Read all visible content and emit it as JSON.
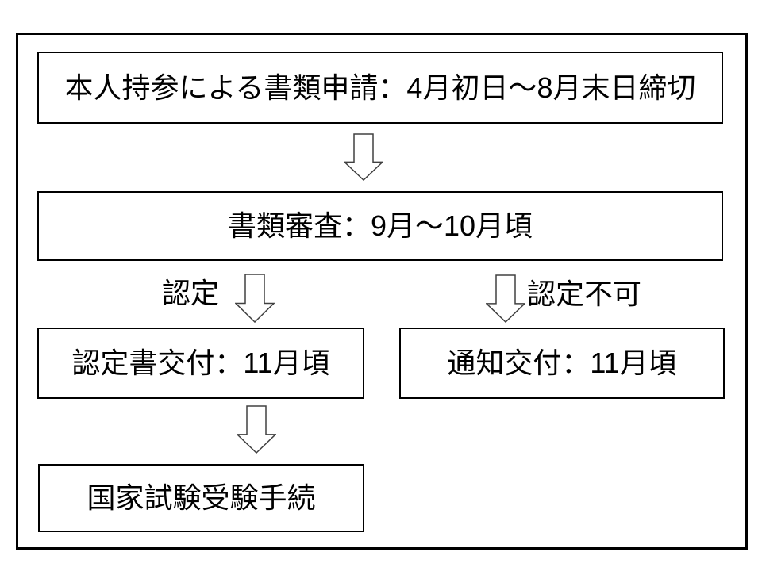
{
  "slide": {
    "background_color": "#ffffff",
    "frame_border_color": "#000000"
  },
  "flowchart": {
    "boxes": {
      "application": "本人持参による書類申請：4月初日～8月末日締切",
      "screening": "書類審査：9月～10月頃",
      "certificate": "認定書交付：11月頃",
      "notice": "通知交付：11月頃",
      "exam": "国家試験受験手続"
    },
    "branch_labels": {
      "approved": "認定",
      "rejected": "認定不可"
    },
    "icons": {
      "flow_arrow": "down-block-arrow"
    },
    "colors": {
      "box_border": "#000000",
      "box_fill": "#ffffff",
      "text": "#000000",
      "arrow_outline": "#404040",
      "arrow_fill": "#ffffff"
    }
  }
}
